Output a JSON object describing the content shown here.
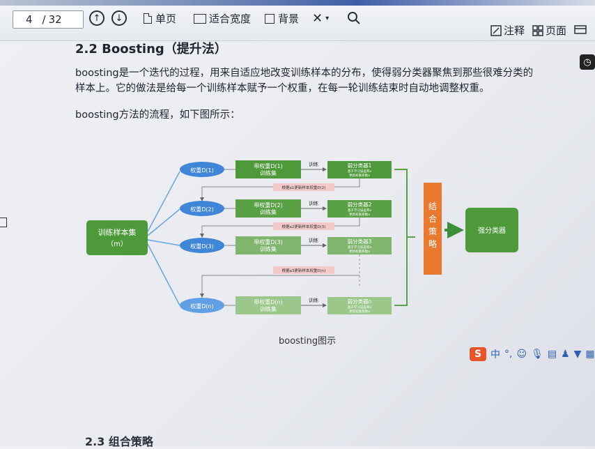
{
  "toolbar": {
    "current_page": "4",
    "page_separator": "/",
    "total_pages": "32",
    "single_page": "单页",
    "fit_width": "适合宽度",
    "background": "背景",
    "close_symbol": "✕",
    "annotate": "注释",
    "page_view": "页面"
  },
  "content": {
    "section_title": "2.2 Boosting（提升法）",
    "para1_line1": "boosting是一个迭代的过程，用来自适应地改变训练样本的分布，使得弱分类器聚焦到那些很难分类的",
    "para1_line2": "样本上。它的做法是给每一个训练样本赋予一个权重，在每一轮训练结束时自动地调整权重。",
    "para2": "boosting方法的流程，如下图所示：",
    "caption": "boosting图示",
    "next_section": "2.3 组合策略"
  },
  "diagram": {
    "sample_set": "训练样本集",
    "sample_set_sub": "（m）",
    "weights": [
      "权重D(1)",
      "权重D(2)",
      "权重D(3)",
      "权重D(n)"
    ],
    "train_title": [
      "带权重D(1)",
      "带权重D(2)",
      "带权重D(3)",
      "带权重D(n)"
    ],
    "train_sub": "训练集",
    "train_label": "训练",
    "weak": [
      "弱分类器1",
      "弱分类器2",
      "弱分类器3",
      "弱分类器n"
    ],
    "weak_sub1": "基于学习误差率e",
    "weak_sub2": "更新权重系数a",
    "update": [
      "根据a1更新样本权重D(2)",
      "根据a2更新样本权重D(3)",
      "根据a3更新样本权重D(n)"
    ],
    "combine": [
      "结",
      "合",
      "策",
      "略"
    ],
    "strong": "强分类器"
  },
  "colors": {
    "green": "#4e9a3a",
    "blue": "#3f86d8",
    "orange": "#e8792f"
  }
}
